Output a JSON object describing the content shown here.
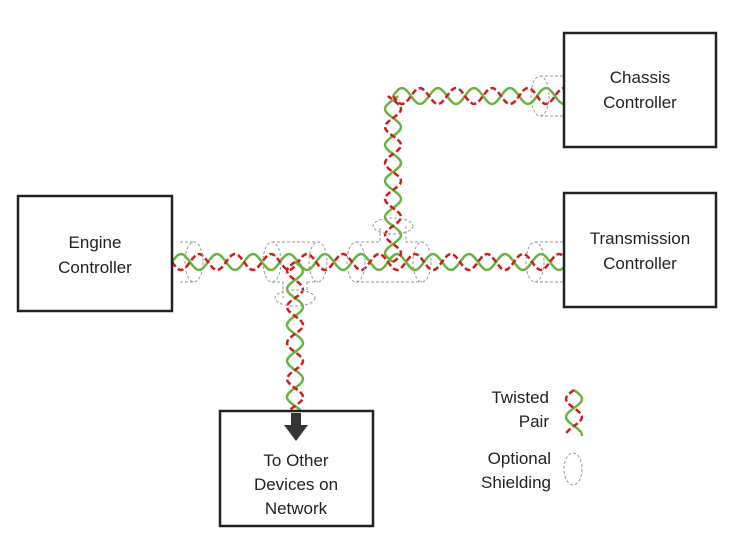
{
  "nodes": {
    "engine": [
      "Engine",
      "Controller"
    ],
    "chassis": [
      "Chassis",
      "Controller"
    ],
    "transmission": [
      "Transmission",
      "Controller"
    ],
    "other": [
      "To Other",
      "Devices on",
      "Network"
    ]
  },
  "legend": {
    "twisted_pair": [
      "Twisted",
      "Pair"
    ],
    "shielding": [
      "Optional",
      "Shielding"
    ]
  },
  "colors": {
    "wire_a": "#cc1f1f",
    "wire_b": "#6db33f",
    "box_stroke": "#222222",
    "shield": "#9a9a9a"
  }
}
